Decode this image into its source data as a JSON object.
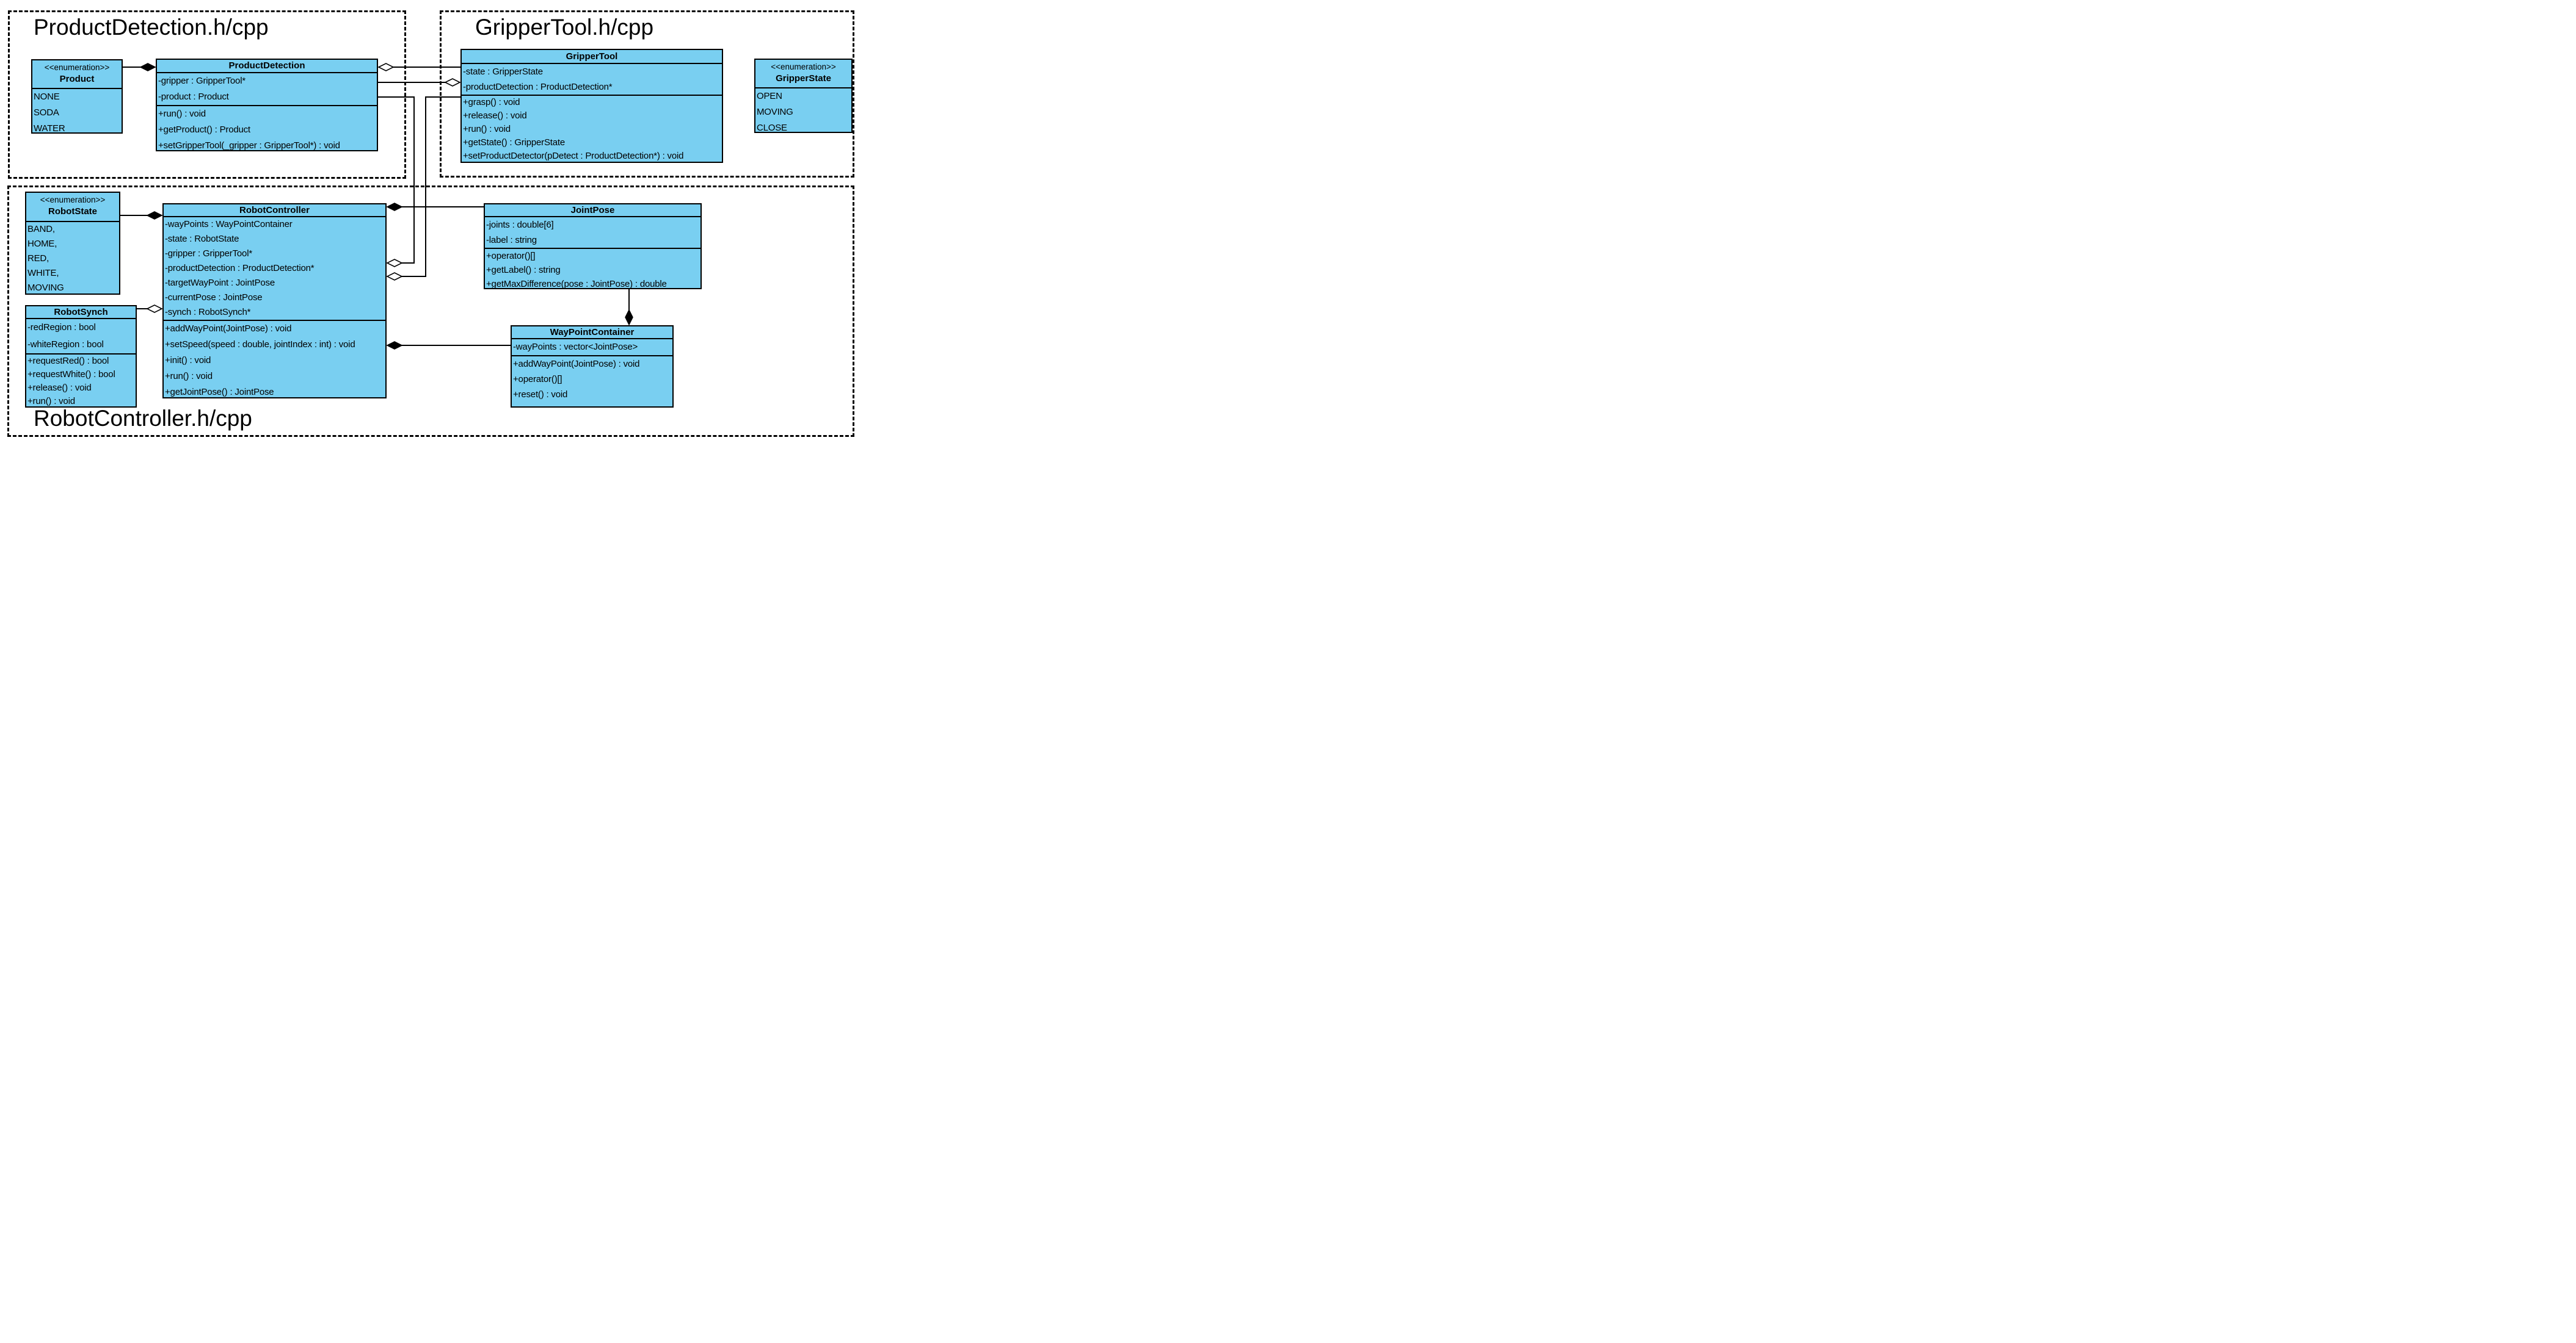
{
  "colors": {
    "class_fill": "#79CFF1",
    "line": "#000000",
    "background": "#FFFFFF"
  },
  "packages": {
    "productDetection": {
      "title": "ProductDetection.h/cpp"
    },
    "gripperTool": {
      "title": "GripperTool.h/cpp"
    },
    "robotController": {
      "title": "RobotController.h/cpp"
    }
  },
  "classes": {
    "product": {
      "stereotype": "<<enumeration>>",
      "name": "Product",
      "attributes": [
        "NONE",
        "SODA",
        "WATER"
      ]
    },
    "productDetection": {
      "name": "ProductDetection",
      "attributes": [
        "-gripper : GripperTool*",
        "-product : Product"
      ],
      "methods": [
        "+run() : void",
        "+getProduct() : Product",
        "+setGripperTool(_gripper : GripperTool*) : void"
      ]
    },
    "gripperTool": {
      "name": "GripperTool",
      "attributes": [
        "-state : GripperState",
        "-productDetection : ProductDetection*"
      ],
      "methods": [
        "+grasp() : void",
        "+release() : void",
        "+run() : void",
        "+getState() : GripperState",
        "+setProductDetector(pDetect : ProductDetection*) : void"
      ]
    },
    "gripperState": {
      "stereotype": "<<enumeration>>",
      "name": "GripperState",
      "attributes": [
        "OPEN",
        "MOVING",
        "CLOSE"
      ]
    },
    "robotState": {
      "stereotype": "<<enumeration>>",
      "name": "RobotState",
      "attributes": [
        "BAND,",
        "HOME,",
        "RED,",
        "WHITE,",
        "MOVING"
      ]
    },
    "robotController": {
      "name": "RobotController",
      "attributes": [
        "-wayPoints : WayPointContainer",
        "-state : RobotState",
        "-gripper : GripperTool*",
        "-productDetection : ProductDetection*",
        "-targetWayPoint : JointPose",
        "-currentPose : JointPose",
        "-synch : RobotSynch*"
      ],
      "methods": [
        "+addWayPoint(JointPose) : void",
        "+setSpeed(speed : double, jointIndex : int) : void",
        "+init() : void",
        "+run() : void",
        "+getJointPose() : JointPose"
      ]
    },
    "robotSynch": {
      "name": "RobotSynch",
      "attributes": [
        "-redRegion : bool",
        "-whiteRegion : bool"
      ],
      "methods": [
        "+requestRed() : bool",
        "+requestWhite() : bool",
        "+release() : void",
        "+run() : void"
      ]
    },
    "jointPose": {
      "name": "JointPose",
      "attributes": [
        "-joints : double[6]",
        "-label : string"
      ],
      "methods": [
        "+operator()[]",
        "+getLabel() : string",
        "+getMaxDifference(pose : JointPose) : double"
      ]
    },
    "wayPointContainer": {
      "name": "WayPointContainer",
      "attributes": [
        "-wayPoints : vector<JointPose>"
      ],
      "methods": [
        "+addWayPoint(JointPose) : void",
        "+operator()[]",
        "+reset() : void"
      ]
    }
  },
  "relationships": [
    {
      "type": "composition",
      "owner": "ProductDetection",
      "part": "Product"
    },
    {
      "type": "aggregation",
      "owner": "ProductDetection",
      "part": "GripperTool"
    },
    {
      "type": "aggregation",
      "owner": "GripperTool",
      "part": "ProductDetection"
    },
    {
      "type": "composition",
      "owner": "GripperTool",
      "part": "GripperState"
    },
    {
      "type": "composition",
      "owner": "RobotController",
      "part": "RobotState"
    },
    {
      "type": "aggregation",
      "owner": "RobotController",
      "part": "ProductDetection"
    },
    {
      "type": "aggregation",
      "owner": "RobotController",
      "part": "GripperTool"
    },
    {
      "type": "aggregation",
      "owner": "RobotController",
      "part": "RobotSynch"
    },
    {
      "type": "composition",
      "owner": "RobotController",
      "part": "JointPose"
    },
    {
      "type": "composition",
      "owner": "RobotController",
      "part": "WayPointContainer"
    },
    {
      "type": "composition",
      "owner": "WayPointContainer",
      "part": "JointPose"
    }
  ]
}
